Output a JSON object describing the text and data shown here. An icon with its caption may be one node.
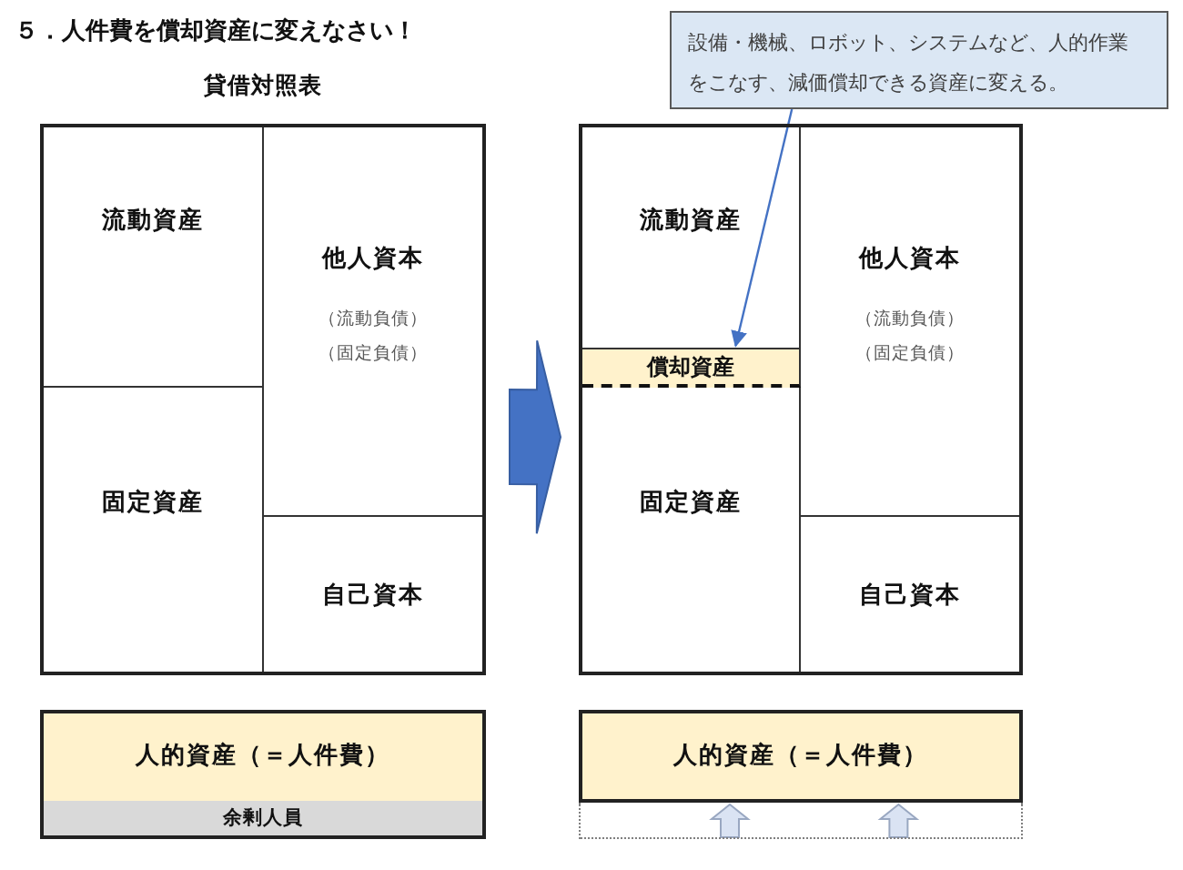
{
  "diagram": {
    "title": "５．人件費を償却資産に変えなさい！",
    "nodes": [
      {
        "text": [
          "貸借対照表"
        ]
      },
      {
        "text": [
          "流動資産"
        ],
        "in": 0
      },
      {
        "text": [
          "他人資本",
          "（流動負債）",
          "（固定負債）"
        ],
        "in": 0
      },
      {
        "text": [
          "固定資産"
        ],
        "in": 0
      },
      {
        "text": [
          "自己資本"
        ],
        "in": 0
      },
      {
        "text": [
          "人的資産（＝人件費）"
        ]
      },
      {
        "text": [
          "余剰人員"
        ],
        "in": 5
      },
      {
        "text": [
          "設備・機械、ロボット、システムなど、人的作業をこなす、減価償却できる資産に変える。"
        ]
      },
      {
        "text": [],
        "shape": "box"
      },
      {
        "text": [
          "流動資産"
        ],
        "in": 8
      },
      {
        "text": [
          "他人資本",
          "（流動負債）",
          "（固定負債）"
        ],
        "in": 8
      },
      {
        "text": [
          "償却資産"
        ],
        "in": 8
      },
      {
        "text": [
          "固定資産"
        ],
        "in": 8
      },
      {
        "text": [
          "自己資本"
        ],
        "in": 8
      },
      {
        "text": [
          "人的資産（＝人件費）"
        ]
      },
      {
        "text": [],
        "shape": "box"
      }
    ],
    "edges": [
      {
        "from": 0,
        "to": 8,
        "arrow": "to",
        "style": "thick",
        "color": "#4472c4"
      },
      {
        "from": 7,
        "to": 11,
        "arrow": "to",
        "color": "#4472c4"
      },
      {
        "from": 15,
        "to": 14,
        "arrow": "to",
        "style": "thick",
        "color": "#dae3f3"
      },
      {
        "from": 15,
        "to": 14,
        "arrow": "to",
        "style": "thick",
        "color": "#dae3f3"
      }
    ]
  }
}
